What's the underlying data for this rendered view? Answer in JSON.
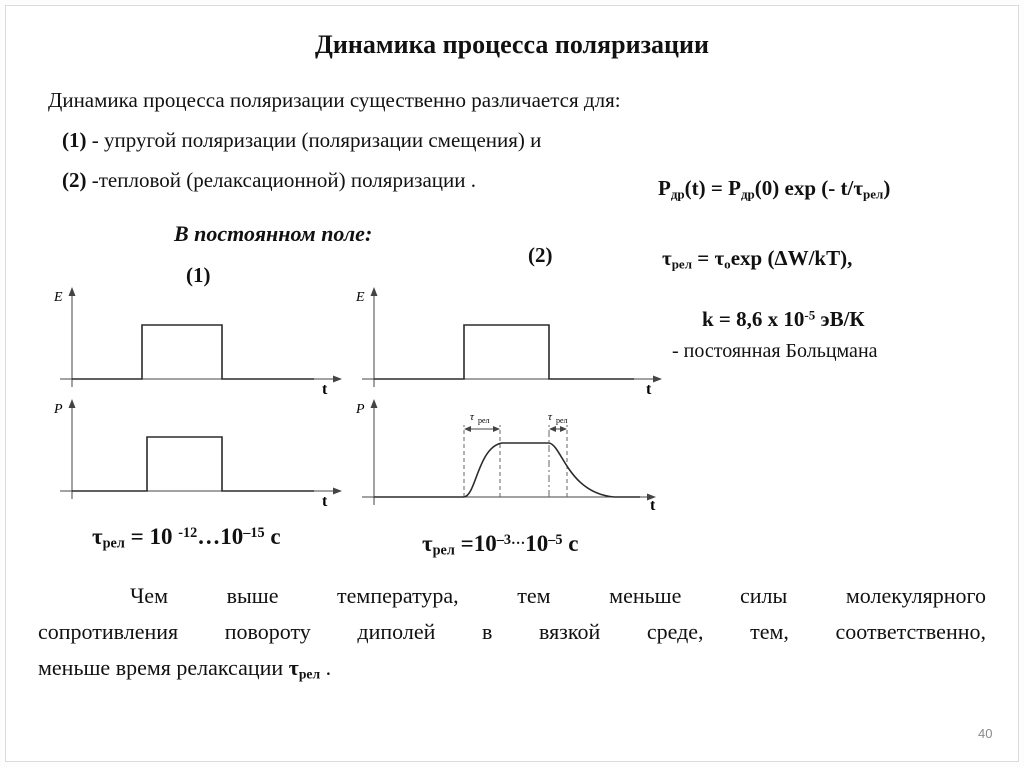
{
  "title": "Динамика процесса поляризации",
  "intro": {
    "l1": "Динамика процесса поляризации существенно различается для:",
    "l2n": "(1)",
    "l2": " - упругой поляризации (поляризации смещения) и",
    "l3n": "(2)",
    "l3": " -тепловой (релаксационной) поляризации ."
  },
  "heading": "В постоянном поле:",
  "formulas": {
    "pdr": {
      "t1": "P",
      "s1": "др",
      "t2": "(t) = P",
      "s2": "др",
      "t3": "(0) exp (- t/τ",
      "s3": "рел",
      "t4": ")"
    },
    "tau": {
      "t1": "τ",
      "s1": "рел",
      "t2": " = τ",
      "s2": "o",
      "t3": "exp (ΔW/kT),"
    },
    "k": {
      "t1": "k = 8,6 x 10",
      "sup1": "-5",
      "t2": " эВ/К"
    },
    "boltzmann": "- постоянная Больцмана"
  },
  "graphs": {
    "n1": "(1)",
    "n2": "(2)",
    "e": "E",
    "p": "P",
    "t": "t",
    "tau": "τ",
    "tau_sub": "рел"
  },
  "tau_left": {
    "t1": "τ",
    "s1": "рел",
    "t2": " =  10 ",
    "sup1": "-12",
    "t3": "…10",
    "sup2": "–15",
    "t4": " с"
  },
  "tau_right": {
    "t1": "τ",
    "s1": "рел",
    "t2": " =10",
    "sup1": "–3…",
    "t3": "10",
    "sup2": "–5",
    "t4": " с"
  },
  "paragraph": {
    "l1": "Чем выше температура, тем меньше силы молекулярного",
    "l2": "сопротивления повороту диполей в вязкой среде, тем, соответственно,",
    "l3a": "меньше время релаксации ",
    "tau": "τ",
    "tau_sub": "рел",
    "l3b": " ."
  },
  "page_number": "40"
}
